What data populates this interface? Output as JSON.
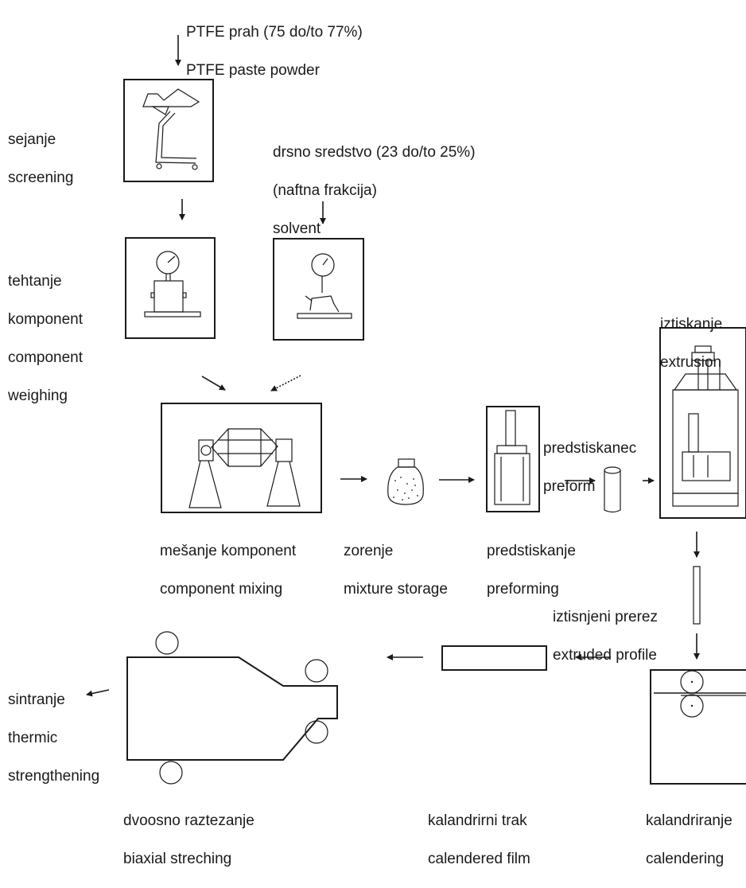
{
  "labels": {
    "ptfe_sl": "PTFE prah (75 do/to 77%)",
    "ptfe_en": "PTFE paste powder",
    "screen_sl": "sejanje",
    "screen_en": "screening",
    "lub_sl": "drsno sredstvo (23 do/to 25%)",
    "lub_sl2": "(naftna frakcija)",
    "lub_en": "solvent",
    "weigh_sl1": "tehtanje",
    "weigh_sl2": "komponent",
    "weigh_en1": "component",
    "weigh_en2": "weighing",
    "extr_sl": "iztiskanje",
    "extr_en": "extrusion",
    "preform_sl": "predstiskanec",
    "preform_en": "preform",
    "mix_sl": "mešanje komponent",
    "mix_en": "component mixing",
    "stor_sl": "zorenje",
    "stor_en": "mixture storage",
    "pref_sl": "predstiskanje",
    "pref_en": "preforming",
    "prof_sl": "iztisnjeni prerez",
    "prof_en": "extruded profile",
    "sint_sl": "sintranje",
    "sint_en1": "thermic",
    "sint_en2": "strengthening",
    "biax_sl": "dvoosno raztezanje",
    "biax_en": "biaxial streching",
    "film_sl": "kalandrirni trak",
    "film_en": "calendered film",
    "cal_sl": "kalandriranje",
    "cal_en": "calendering"
  }
}
